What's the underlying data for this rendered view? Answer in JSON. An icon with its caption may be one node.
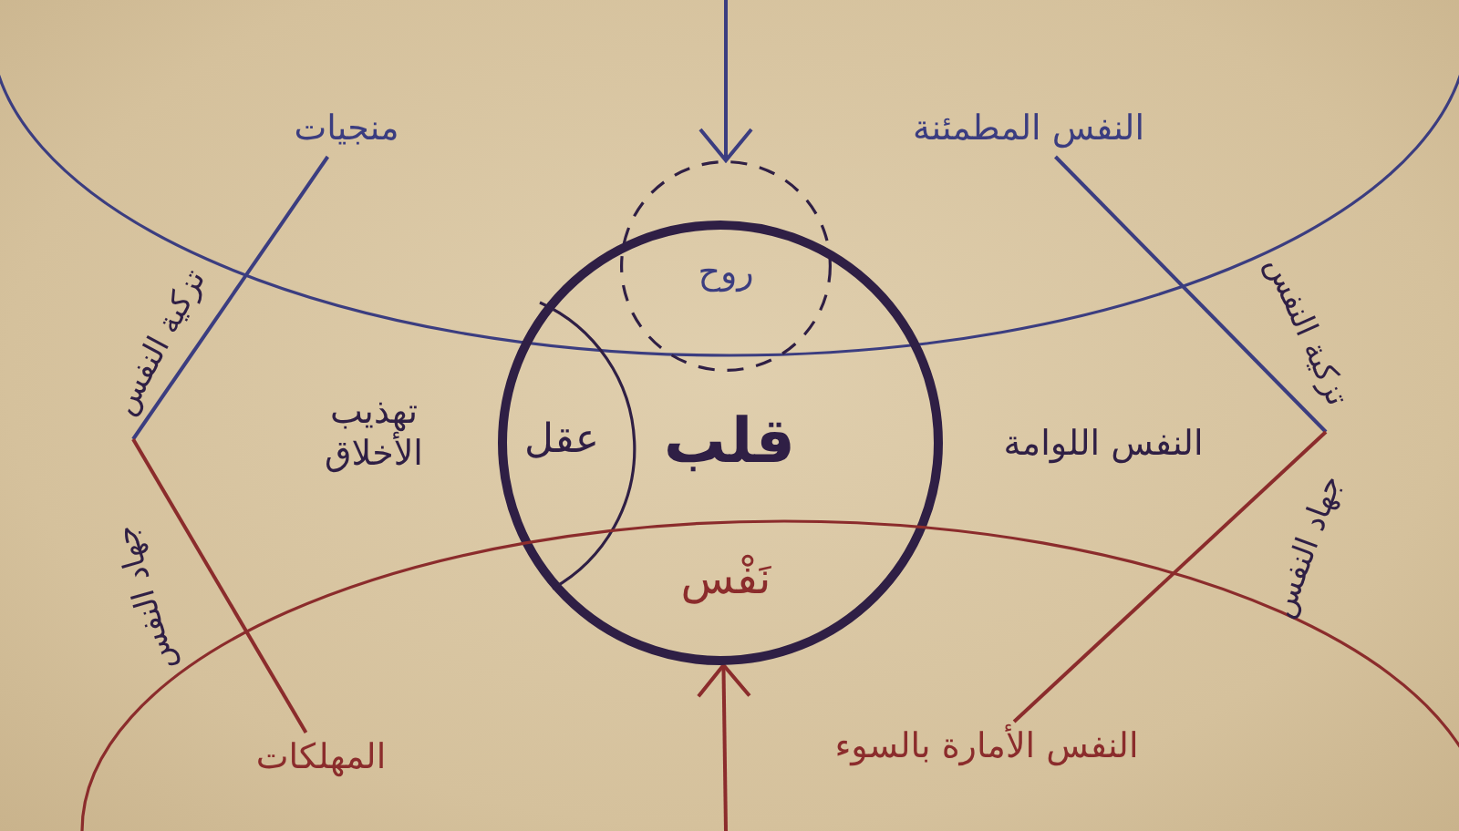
{
  "diagram": {
    "nodes": [
      {
        "text": [],
        "shape": "ellipse"
      },
      {
        "text": [
          "منجيات"
        ],
        "in": 0
      },
      {
        "text": [
          "النفس المطمئنة"
        ],
        "in": 0
      },
      {
        "text": [
          "روح"
        ]
      },
      {
        "text": [
          "قلب"
        ]
      },
      {
        "text": [
          "عقل"
        ],
        "in": 4
      },
      {
        "text": [
          "تهذيب الأخلاق"
        ]
      },
      {
        "text": [
          "النفس اللوامة"
        ]
      },
      {
        "text": [],
        "shape": "ellipse"
      },
      {
        "text": [
          "المهلكات"
        ],
        "in": 8
      },
      {
        "text": [
          "النفس الأمارة بالسوء"
        ],
        "in": 8
      }
    ],
    "edges": [
      {
        "from": null,
        "to": 3,
        "arrow": "to",
        "color": "#3b3d80"
      },
      {
        "from": null,
        "to": 4,
        "arrow": "to",
        "color": "#8b2c2c"
      },
      {
        "from": 1,
        "to": null,
        "arrow": "none",
        "label": "تزكية النفس",
        "color": "#3b3d80"
      },
      {
        "from": null,
        "to": 9,
        "arrow": "none",
        "label": "جهاد النفس",
        "color": "#8b2c2c"
      },
      {
        "from": 2,
        "to": null,
        "arrow": "none",
        "label": "تزكية النفس",
        "color": "#3b3d80"
      },
      {
        "from": null,
        "to": 10,
        "arrow": "none",
        "label": "جهاد النفس",
        "color": "#8b2c2c"
      }
    ],
    "labels": [
      "نَفْس"
    ]
  }
}
